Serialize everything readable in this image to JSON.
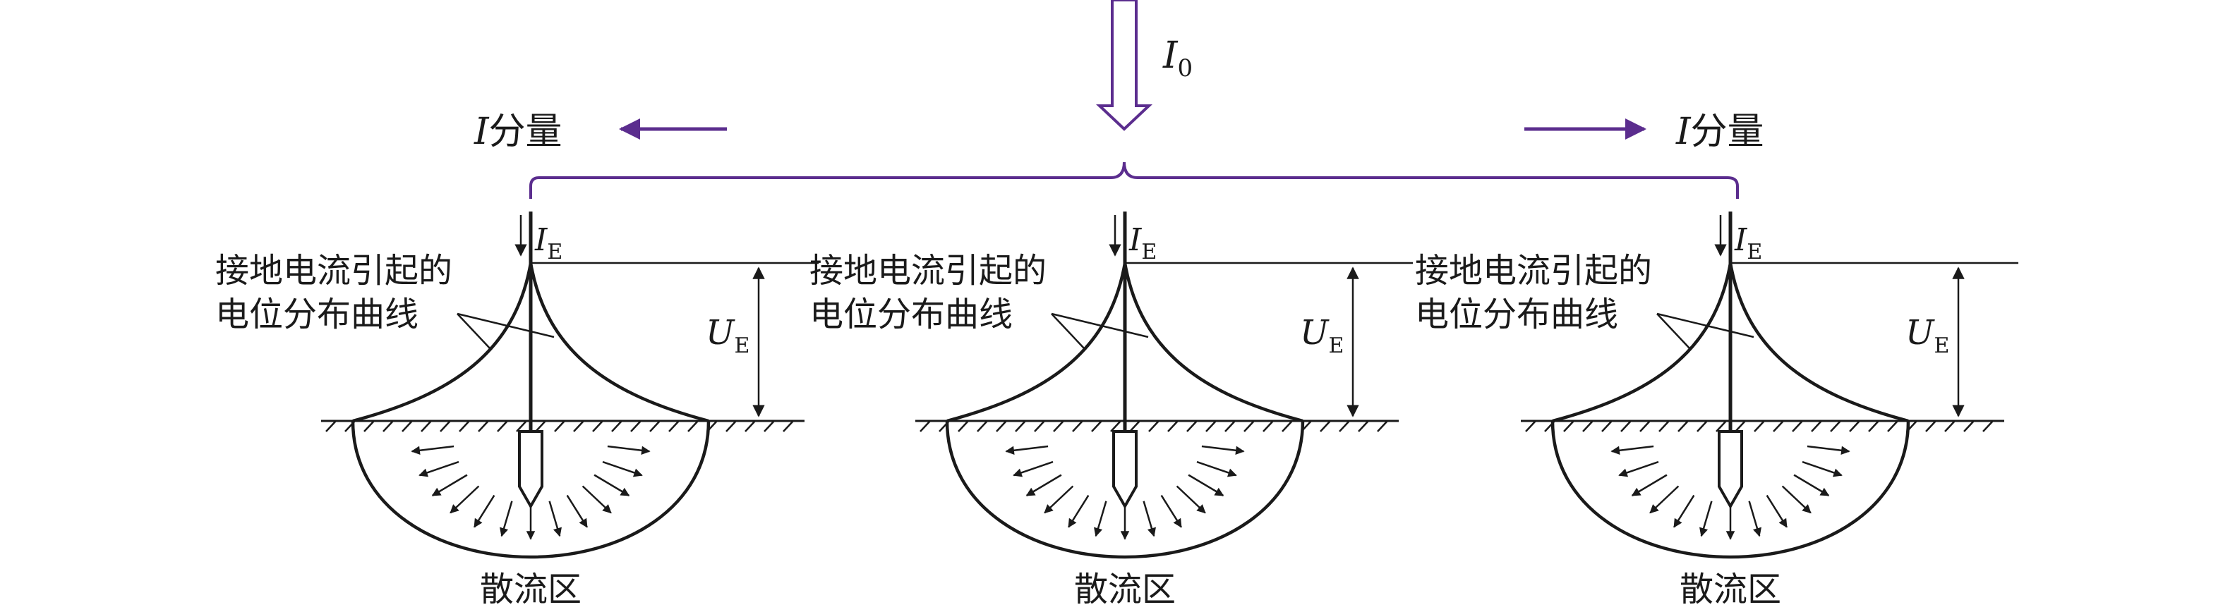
{
  "top_current": {
    "symbol": "I",
    "subscript": "0"
  },
  "branch_current": {
    "symbol": "I",
    "text": "分量"
  },
  "electrode_current": {
    "symbol": "I",
    "subscript": "E"
  },
  "voltage": {
    "symbol": "U",
    "subscript": "E"
  },
  "curve_label": {
    "line1": "接地电流引起的",
    "line2": "电位分布曲线"
  },
  "zone_label": "散流区",
  "colors": {
    "accent": "#5b2d8e",
    "ink": "#1a1a1a"
  }
}
